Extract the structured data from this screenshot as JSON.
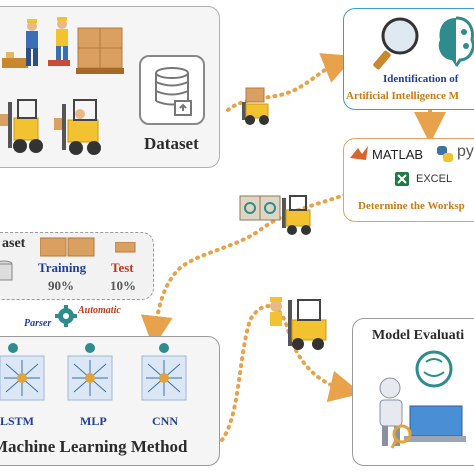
{
  "dataset_panel": {
    "label": "Dataset"
  },
  "identification_panel": {
    "line1": "Identification of",
    "line2": "Artificial Intelligence M"
  },
  "workspace_panel": {
    "software": [
      "MATLAB",
      "pyt",
      "EXCEL"
    ],
    "label": "Determine the Worksp"
  },
  "split_panel": {
    "title": "aset",
    "training_label": "Training",
    "training_pct": "90%",
    "test_label": "Test",
    "test_pct": "10%"
  },
  "parser": {
    "parser_label": "Parser",
    "automatic_label": "Automatic"
  },
  "ml_panel": {
    "models": [
      "LSTM",
      "MLP",
      "CNN"
    ],
    "title": "Machine Learning Method"
  },
  "evaluation_panel": {
    "label": "Model Evaluati"
  },
  "colors": {
    "panel_border": "#9a9a9a",
    "panel_fill": "#f5f5f5",
    "accent_orange": "#e29a3b",
    "accent_blue": "#1f3f9c",
    "arrow_dots": "#e8a24c"
  }
}
